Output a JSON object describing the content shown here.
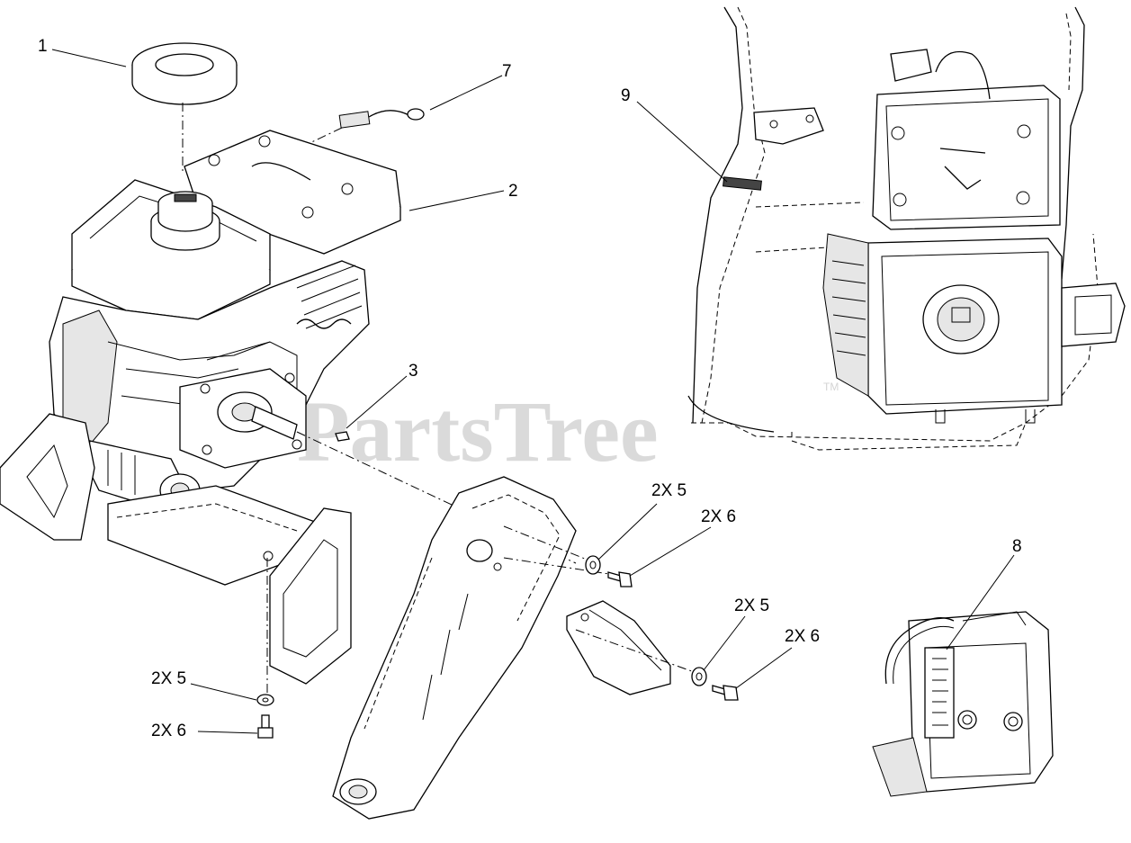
{
  "watermark": {
    "text": "PartsTree",
    "tm": "TM"
  },
  "callouts": [
    {
      "id": "c1",
      "label": "1"
    },
    {
      "id": "c7",
      "label": "7"
    },
    {
      "id": "c2",
      "label": "2"
    },
    {
      "id": "c3",
      "label": "3"
    },
    {
      "id": "c9",
      "label": "9"
    },
    {
      "id": "c8",
      "label": "8"
    },
    {
      "id": "c5a",
      "label": "2X 5"
    },
    {
      "id": "c6a",
      "label": "2X 6"
    },
    {
      "id": "c5b",
      "label": "2X 5"
    },
    {
      "id": "c6b",
      "label": "2X 6"
    },
    {
      "id": "c5c",
      "label": "2X 5"
    },
    {
      "id": "c6c",
      "label": "2X 6"
    }
  ]
}
